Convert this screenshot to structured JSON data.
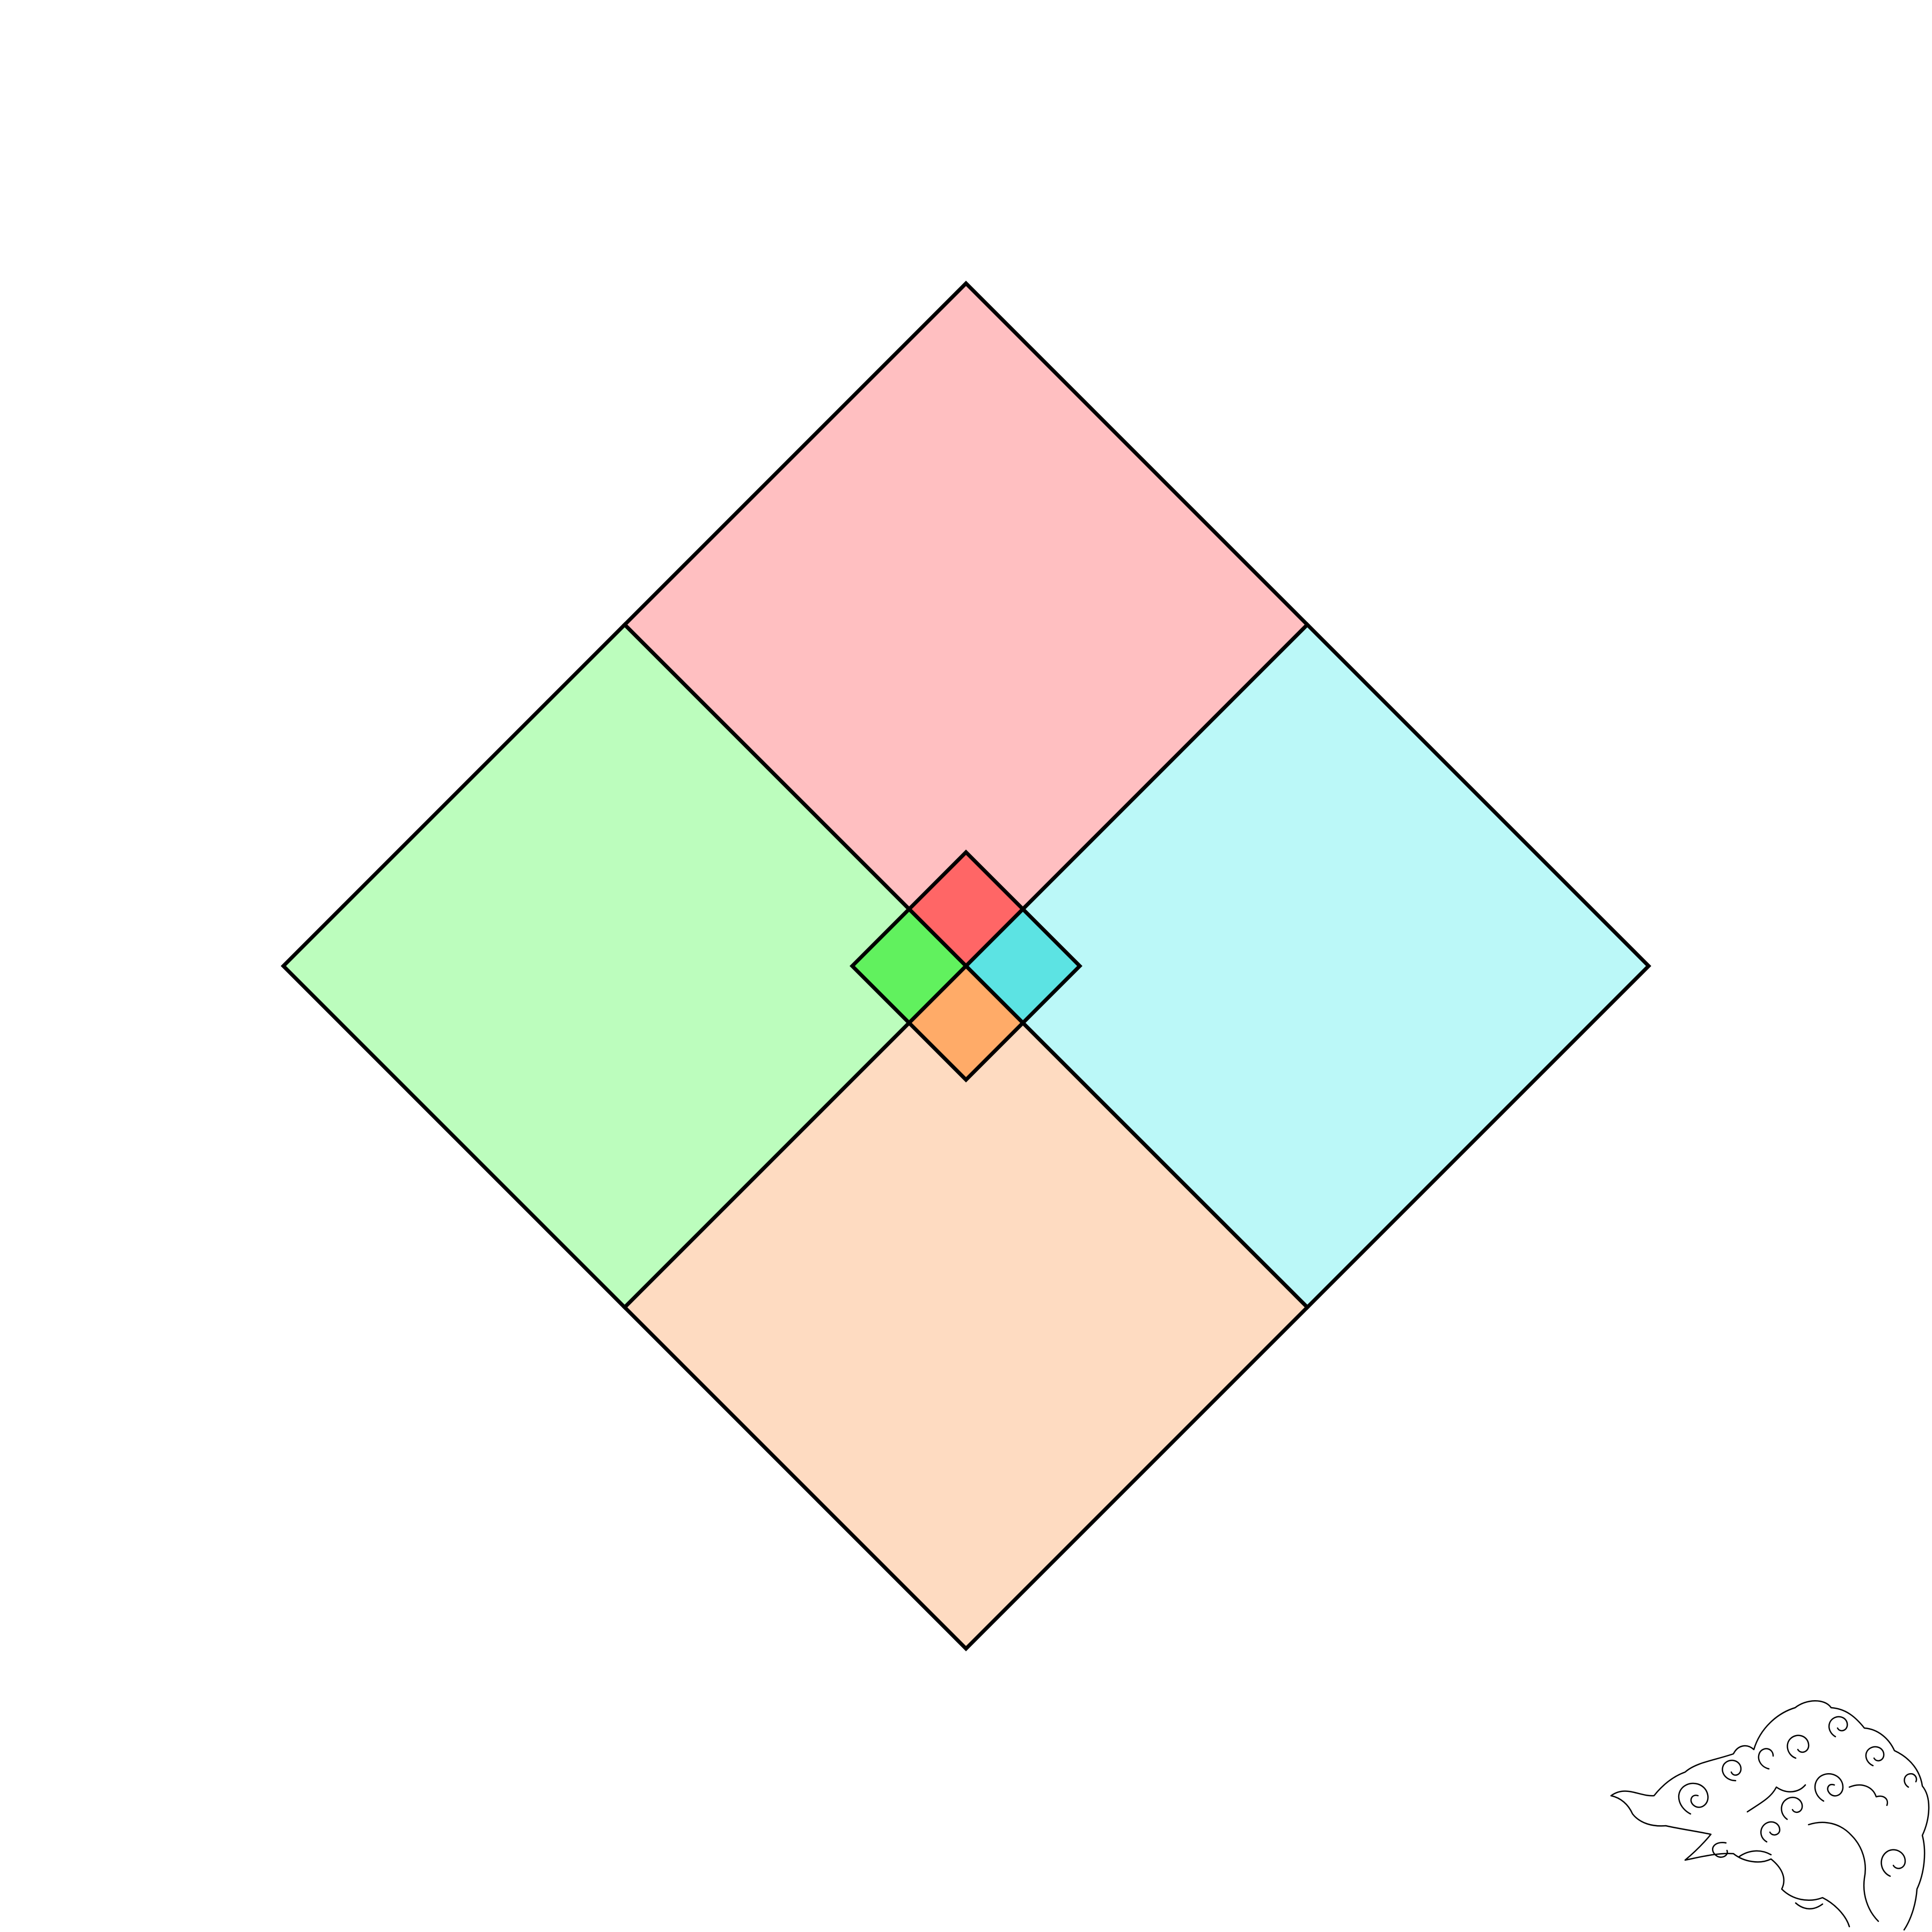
{
  "diagram": {
    "background_color": "#ffffff",
    "stroke_color": "#000000",
    "large_tiles": [
      {
        "id": "top",
        "color": "#ffbfc1"
      },
      {
        "id": "left",
        "color": "#bcfdbd"
      },
      {
        "id": "right",
        "color": "#bbf8f8"
      },
      {
        "id": "bottom",
        "color": "#fedbc1"
      }
    ],
    "small_tiles": [
      {
        "id": "top",
        "color": "#ff6666"
      },
      {
        "id": "left",
        "color": "#61f15e"
      },
      {
        "id": "right",
        "color": "#5ce3e3"
      },
      {
        "id": "bottom",
        "color": "#ffab68"
      }
    ],
    "decoration": {
      "icon": "cloud-scroll-icon"
    }
  }
}
